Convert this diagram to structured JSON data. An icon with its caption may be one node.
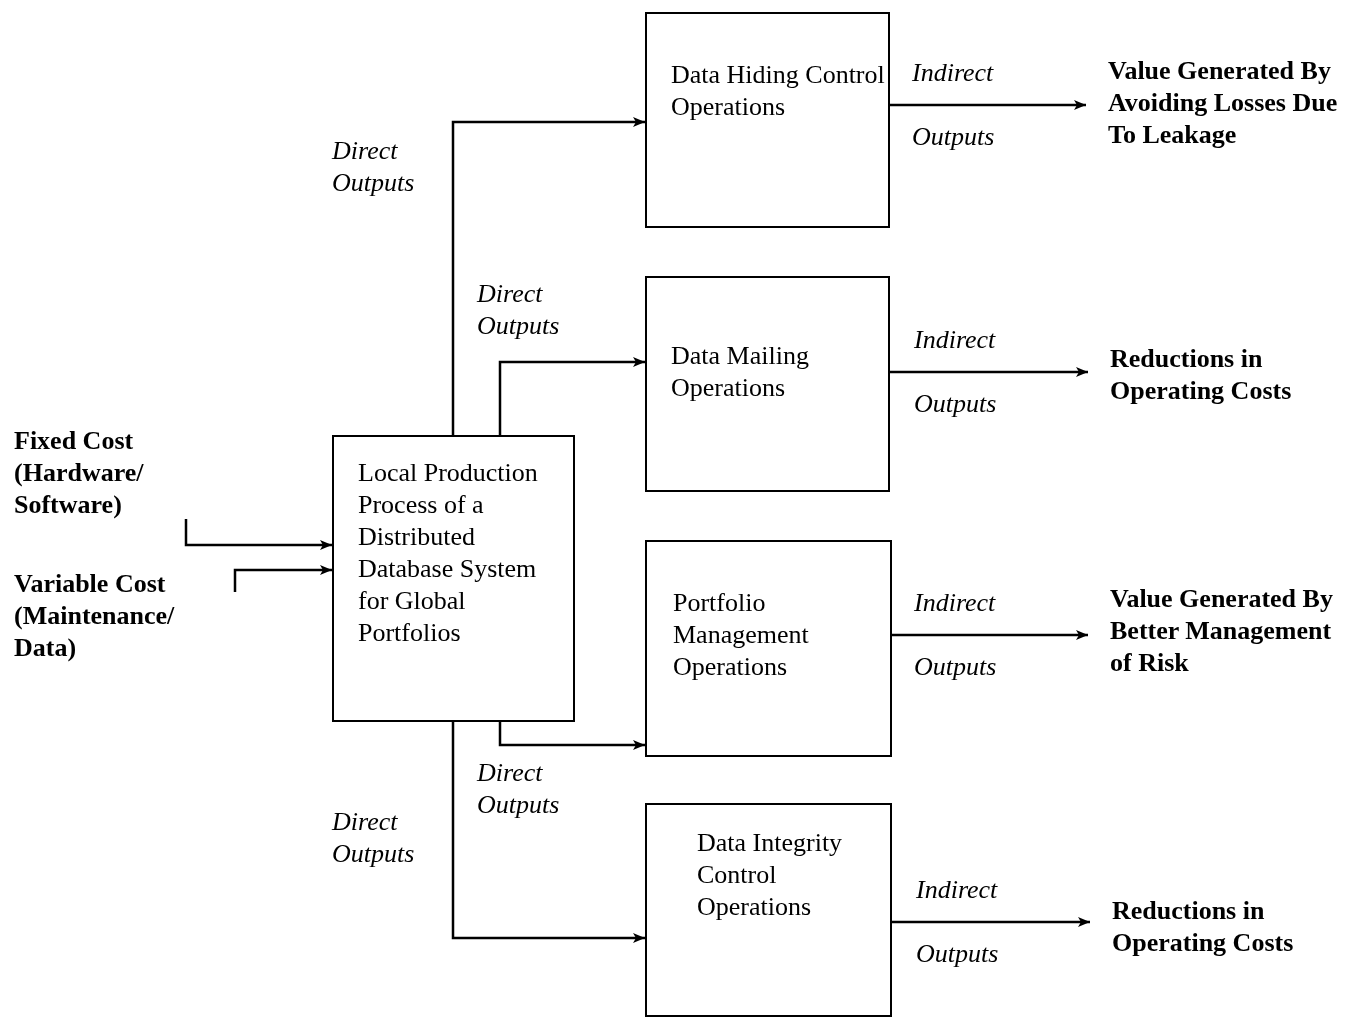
{
  "diagram": {
    "nodes": [
      {
        "text": [
          "Fixed Cost (Hardware/ Software)"
        ]
      },
      {
        "text": [
          "Variable Cost (Maintenance/ Data)"
        ]
      },
      {
        "text": [
          "Local Production Process of a Distributed Database System for Global Portfolios"
        ]
      },
      {
        "text": [
          "Data Hiding Control Operations"
        ]
      },
      {
        "text": [
          "Data Mailing Operations"
        ]
      },
      {
        "text": [
          "Portfolio Management Operations"
        ]
      },
      {
        "text": [
          "Data Integrity Control Operations"
        ]
      },
      {
        "text": [
          "Value Generated By Avoiding Losses Due To Leakage"
        ]
      },
      {
        "text": [
          "Reductions in Operating Costs"
        ]
      },
      {
        "text": [
          "Value Generated By Better Management of Risk"
        ]
      },
      {
        "text": [
          "Reductions in Operating Costs"
        ]
      }
    ],
    "edges": [
      {
        "from": 0,
        "to": 2,
        "arrow": "to"
      },
      {
        "from": 1,
        "to": 2,
        "arrow": "to"
      },
      {
        "from": 2,
        "to": 3,
        "arrow": "to",
        "label": "Direct Outputs"
      },
      {
        "from": 2,
        "to": 4,
        "arrow": "to",
        "label": "Direct Outputs"
      },
      {
        "from": 2,
        "to": 5,
        "arrow": "to",
        "label": "Direct Outputs"
      },
      {
        "from": 2,
        "to": 6,
        "arrow": "to",
        "label": "Direct Outputs"
      },
      {
        "from": 3,
        "to": 7,
        "arrow": "to",
        "label": "Indirect Outputs"
      },
      {
        "from": 4,
        "to": 8,
        "arrow": "to",
        "label": "Indirect Outputs"
      },
      {
        "from": 5,
        "to": 9,
        "arrow": "to",
        "label": "Indirect Outputs"
      },
      {
        "from": 6,
        "to": 10,
        "arrow": "to",
        "label": "Indirect Outputs"
      }
    ]
  }
}
